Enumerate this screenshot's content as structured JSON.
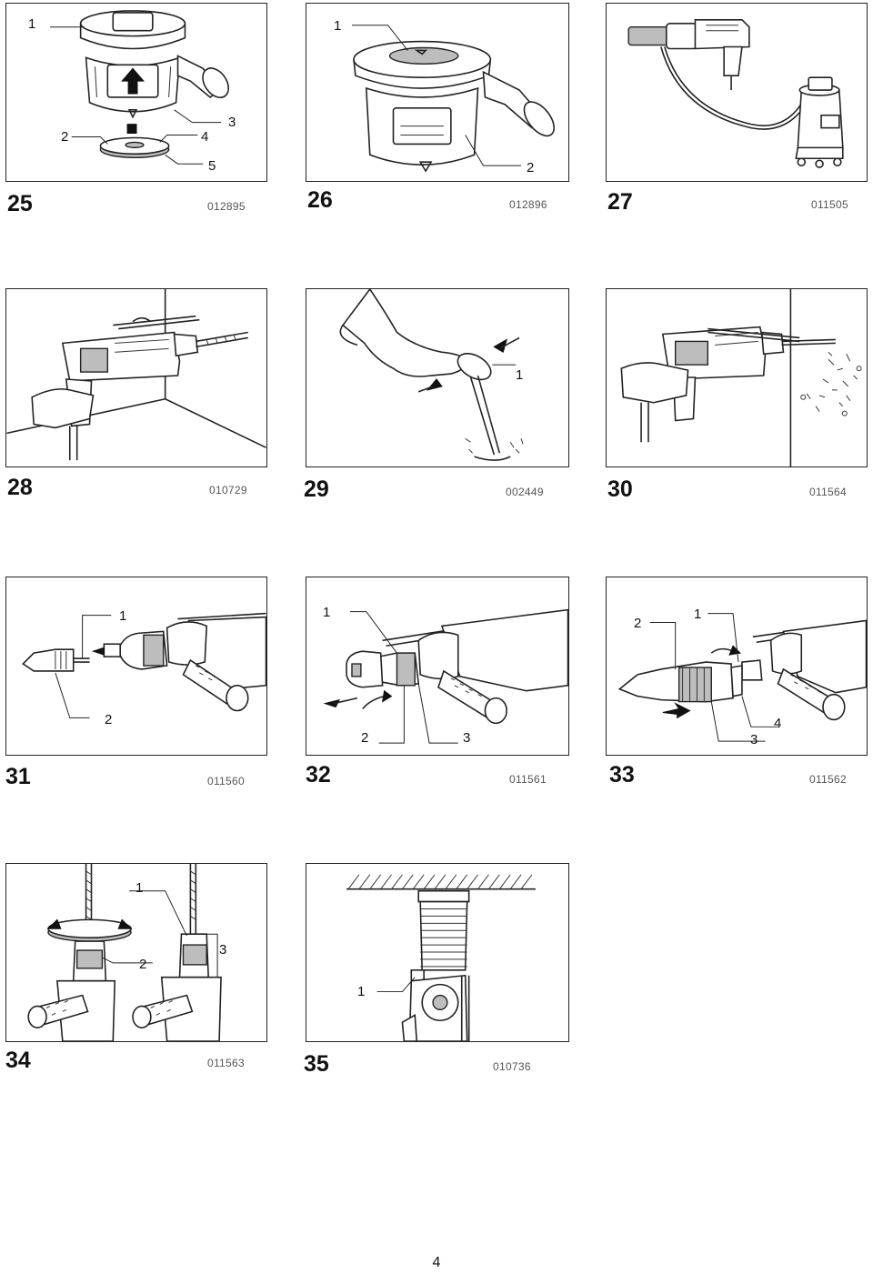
{
  "figures": [
    {
      "number": "25",
      "code": "012895",
      "callouts": [
        "1",
        "2",
        "3",
        "4",
        "5"
      ]
    },
    {
      "number": "26",
      "code": "012896",
      "callouts": [
        "1",
        "2"
      ]
    },
    {
      "number": "27",
      "code": "011505",
      "callouts": []
    },
    {
      "number": "28",
      "code": "010729",
      "callouts": []
    },
    {
      "number": "29",
      "code": "002449",
      "callouts": [
        "1"
      ]
    },
    {
      "number": "30",
      "code": "011564",
      "callouts": []
    },
    {
      "number": "31",
      "code": "011560",
      "callouts": [
        "1",
        "2"
      ]
    },
    {
      "number": "32",
      "code": "011561",
      "callouts": [
        "1",
        "2",
        "3"
      ]
    },
    {
      "number": "33",
      "code": "011562",
      "callouts": [
        "2",
        "1",
        "4",
        "3"
      ]
    },
    {
      "number": "34",
      "code": "011563",
      "callouts": [
        "1",
        "3",
        "2"
      ]
    },
    {
      "number": "35",
      "code": "010736",
      "callouts": [
        "1"
      ]
    }
  ],
  "page_number": "4"
}
